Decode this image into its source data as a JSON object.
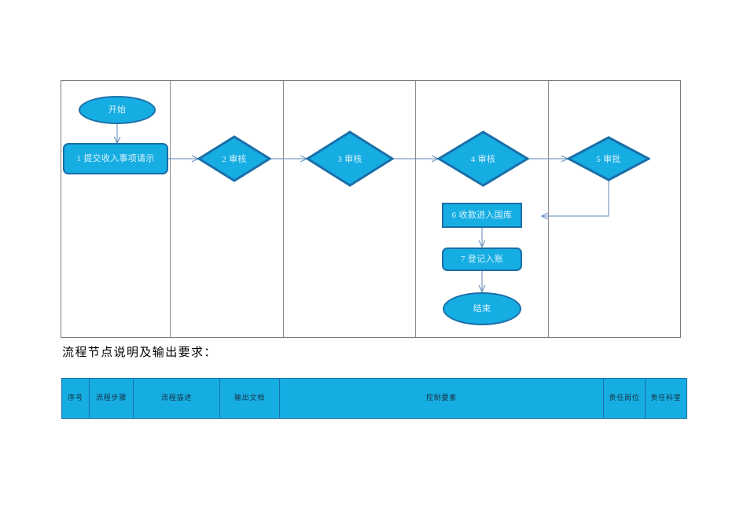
{
  "flowchart": {
    "lanes": [
      {
        "id": "lane-1",
        "label": ""
      },
      {
        "id": "lane-2",
        "label": ""
      },
      {
        "id": "lane-3",
        "label": ""
      },
      {
        "id": "lane-4",
        "label": ""
      },
      {
        "id": "lane-5",
        "label": ""
      }
    ],
    "nodes": {
      "start": "开始",
      "n1": "1 提交收入事项请示",
      "n2": "2 审核",
      "n3": "3 审核",
      "n4": "4 审核",
      "n5": "5 审批",
      "n6": "6 收款进入国库",
      "n7": "7 登记入账",
      "end": "结束"
    },
    "colors": {
      "shape_fill": "#16ade3",
      "shape_border": "#1a6fa8",
      "shape_text": "#d9f2fb",
      "connector": "#5b87b5",
      "frame_border": "#7a7a7a"
    }
  },
  "caption": "流程节点说明及输出要求：",
  "table": {
    "headers": [
      "序号",
      "流程步骤",
      "流程描述",
      "输出文档",
      "控制要素",
      "责任岗位",
      "责任科室"
    ]
  }
}
